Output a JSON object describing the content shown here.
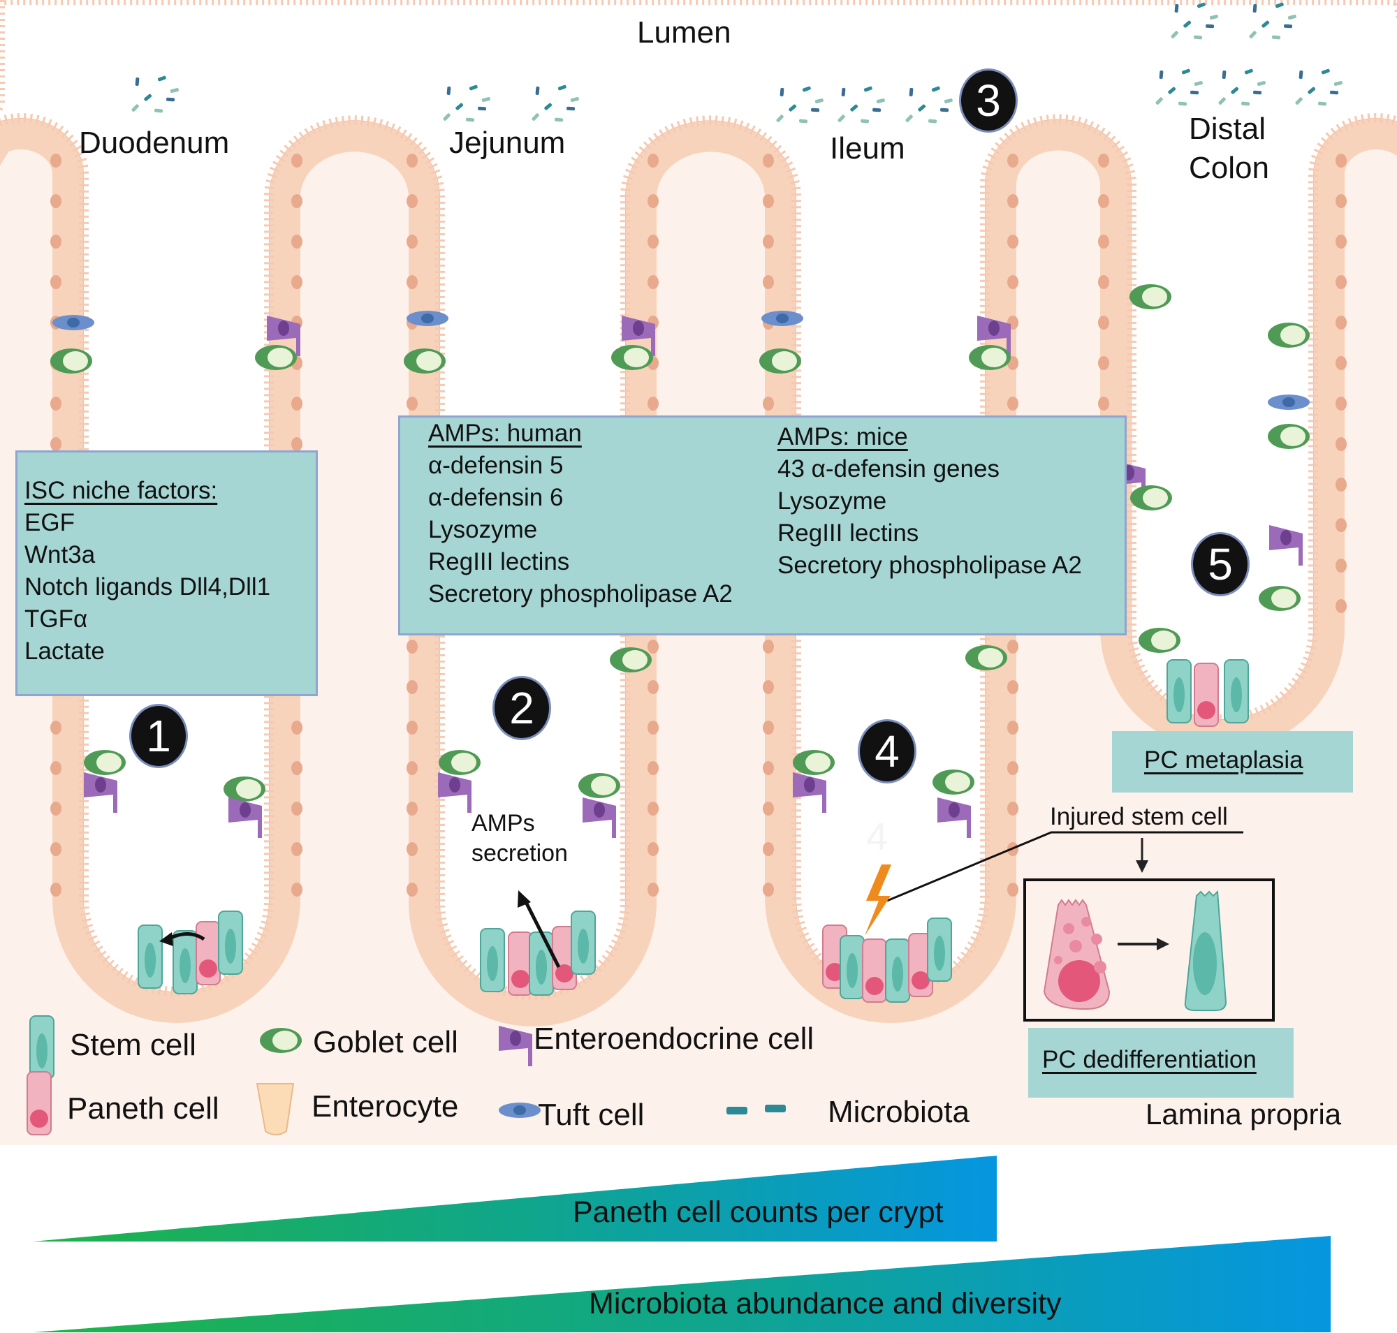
{
  "title": "Lumen",
  "regions": [
    {
      "name": "Duodenum"
    },
    {
      "name": "Jejunum"
    },
    {
      "name": "Ileum"
    },
    {
      "name": "Distal Colon",
      "lines": [
        "Distal",
        "Colon"
      ]
    }
  ],
  "lamina_propria_label": "Lamina propria",
  "isc_box": {
    "title": "ISC niche factors: ",
    "items": [
      "EGF",
      "Wnt3a",
      "Notch ligands Dll4,Dll1",
      "TGFα",
      "Lactate"
    ]
  },
  "amps_box": {
    "human": {
      "title": "AMPs: human ",
      "items": [
        "α-defensin 5",
        "α-defensin 6",
        "Lysozyme",
        "RegIII lectins",
        "Secretory phospholipase A2"
      ]
    },
    "mice": {
      "title": "AMPs: mice",
      "items": [
        "43 α-defensin genes",
        "Lysozyme",
        "RegIII lectins",
        "Secretory phospholipase A2"
      ]
    }
  },
  "badges": [
    "1",
    "2",
    "3",
    "4",
    "5"
  ],
  "amps_secretion_label": [
    "AMPs",
    "secretion"
  ],
  "faint_4_label": "4",
  "pc_metaplasia_label": "PC metaplasia ",
  "injured_stem_cell_label": "Injured stem cell",
  "pc_dedifferentiation_label": "PC dedifferentiation ",
  "legend": [
    {
      "icon": "stem-cell-icon",
      "label": "Stem cell"
    },
    {
      "icon": "goblet-cell-icon",
      "label": "Goblet cell"
    },
    {
      "icon": "enteroendocrine-cell-icon",
      "label": "Enteroendocrine cell"
    },
    {
      "icon": "paneth-cell-icon",
      "label": "Paneth cell"
    },
    {
      "icon": "enterocyte-icon",
      "label": "Enterocyte"
    },
    {
      "icon": "tuft-cell-icon",
      "label": "Tuft cell"
    },
    {
      "icon": "microbiota-icon",
      "label": "Microbiota"
    }
  ],
  "gradients": [
    {
      "label": "Paneth cell counts per crypt",
      "trend": "increasing left to right"
    },
    {
      "label": "Microbiota abundance and diversity",
      "trend": "increasing left to right"
    }
  ],
  "colors": {
    "tissue": "#fdf2eb",
    "enterocyte": "#f8d3bc",
    "enterocyte_nucleus": "#e8a98c",
    "stem_cell": "#8fd3c8",
    "stem_nucleus": "#5cb8a8",
    "paneth_cell": "#f2b3c0",
    "paneth_nucleus": "#e3577a",
    "goblet_cell": "#4f9a55",
    "enteroendocrine_cell": "#9b6ab8",
    "tuft_cell": "#6a8fcc",
    "box_fill": "#a6d6d4",
    "box_border": "#8fa4d0",
    "gradient_start": "#1fb34a",
    "gradient_end": "#0596e0",
    "injury": "#f08a1c"
  }
}
